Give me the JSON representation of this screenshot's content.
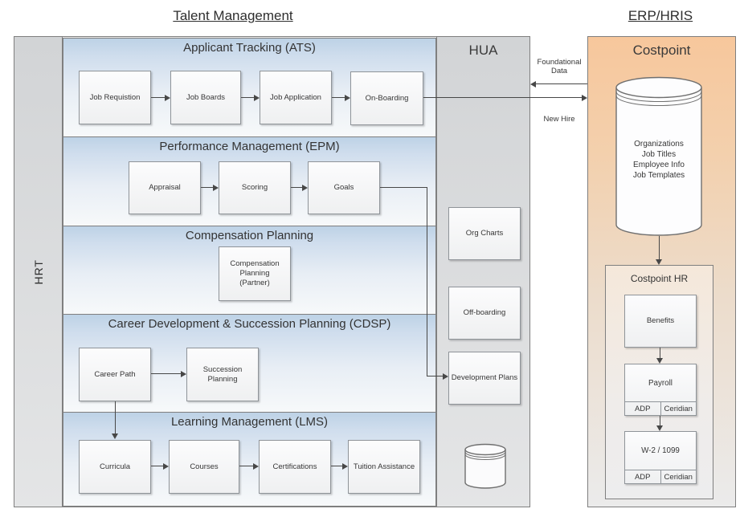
{
  "headers": {
    "talent_management": "Talent Management",
    "erp_hris": "ERP/HRIS"
  },
  "talent_management": {
    "hrt_label": "HRT",
    "sections": [
      {
        "title": "Applicant Tracking (ATS)",
        "boxes": [
          "Job Requistion",
          "Job Boards",
          "Job Application",
          "On-Boarding"
        ]
      },
      {
        "title": "Performance Management (EPM)",
        "boxes": [
          "Appraisal",
          "Scoring",
          "Goals"
        ]
      },
      {
        "title": "Compensation Planning",
        "boxes": [
          "Compensation Planning (Partner)"
        ]
      },
      {
        "title": "Career Development & Succession Planning (CDSP)",
        "boxes": [
          "Career Path",
          "Succession Planning"
        ]
      },
      {
        "title": "Learning Management (LMS)",
        "boxes": [
          "Curricula",
          "Courses",
          "Certifications",
          "Tuition Assistance"
        ]
      }
    ]
  },
  "hua": {
    "label": "HUA",
    "boxes": [
      "Org Charts",
      "Off-boarding",
      "Development Plans"
    ]
  },
  "connectors": {
    "foundational_data": "Foundational Data",
    "new_hire": "New Hire"
  },
  "erp": {
    "costpoint_title": "Costpoint",
    "database_lines": [
      "Organizations",
      "Job Titles",
      "Employee Info",
      "Job Templates"
    ],
    "costpoint_hr": {
      "title": "Costpoint HR",
      "benefits": "Benefits",
      "payroll": {
        "label": "Payroll",
        "vendors": [
          "ADP",
          "Ceridian"
        ]
      },
      "w2": {
        "label": "W-2 / 1099",
        "vendors": [
          "ADP",
          "Ceridian"
        ]
      }
    }
  },
  "colors": {
    "section_header_blue": "#bdd2e6",
    "strip_gray": "#d2d4d6",
    "costpoint_orange": "#f7c79c",
    "connector_line": "#474747"
  }
}
